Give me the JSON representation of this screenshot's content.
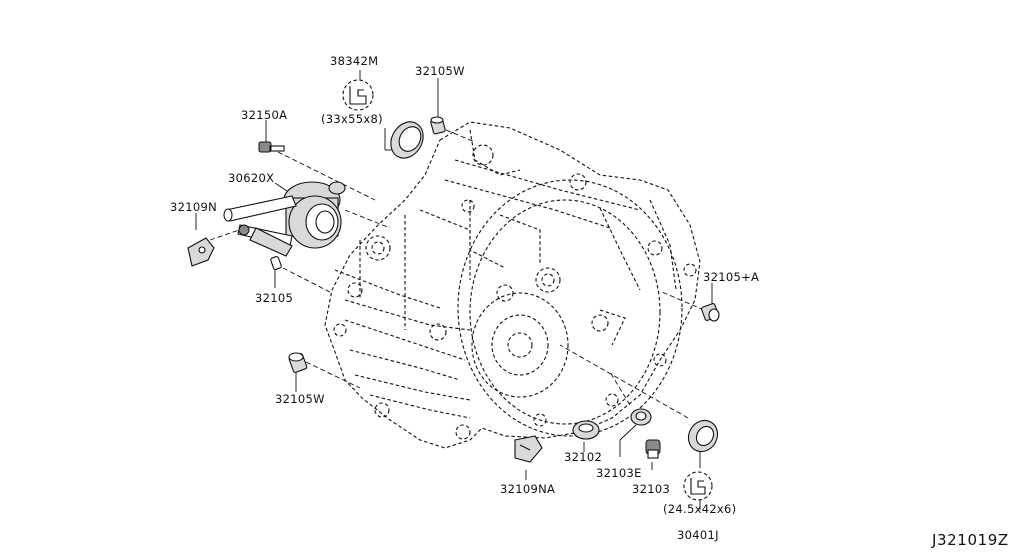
{
  "labels": {
    "p38342M": "38342M",
    "p38342M_size": "(33x55x8)",
    "p32105W_top": "32105W",
    "p32150A": "32150A",
    "p30620X": "30620X",
    "p32109N": "32109N",
    "p32105": "32105",
    "p32105A": "32105+A",
    "p32105W_bottom": "32105W",
    "p32102": "32102",
    "p32103E": "32103E",
    "p32103": "32103",
    "p32109NA": "32109NA",
    "p30401J_size": "(24.5x42x6)",
    "p30401J": "30401J"
  },
  "diagram_code": "J321019Z"
}
